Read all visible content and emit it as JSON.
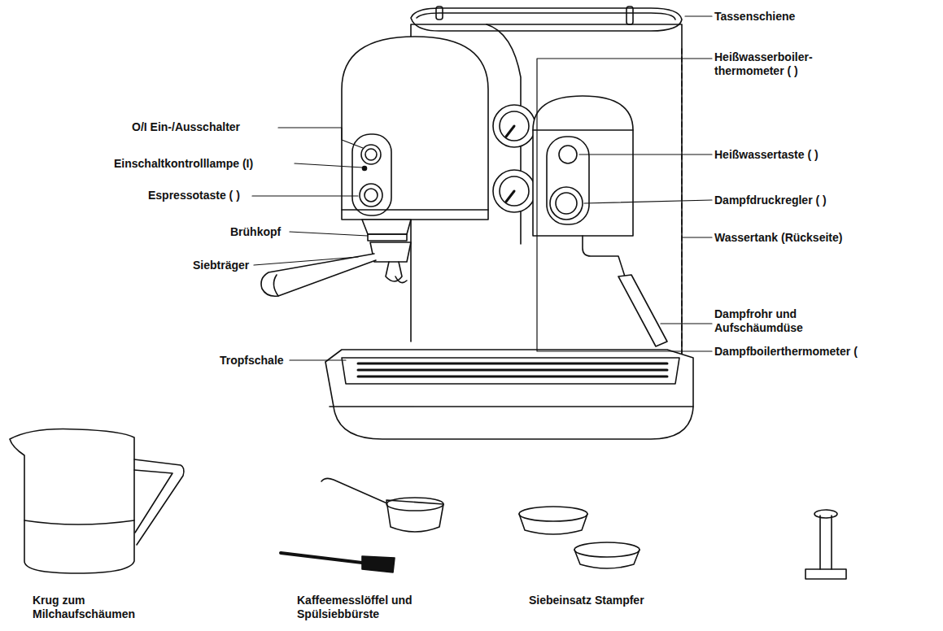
{
  "diagram": {
    "labels": [
      "Tassenschiene",
      "Heißwasserboiler- thermometer ( )",
      "O/I Ein-/Ausschalter",
      "Einschaltkontrolllampe (I)",
      "Heißwassertaste ( )",
      "Espressotaste ( )",
      "Dampfdruckregler ( )",
      "Brühkopf",
      "Wassertank (Rückseite)",
      "Siebträger",
      "Dampfrohr und Aufschäumdüse",
      "Tropfschale",
      "Dampfboilerthermometer (",
      "Krug zum Milchaufschäumen",
      "Kaffeemesslöffel und Spülsiebbürste",
      "Siebeinsatz Stampfer"
    ]
  }
}
